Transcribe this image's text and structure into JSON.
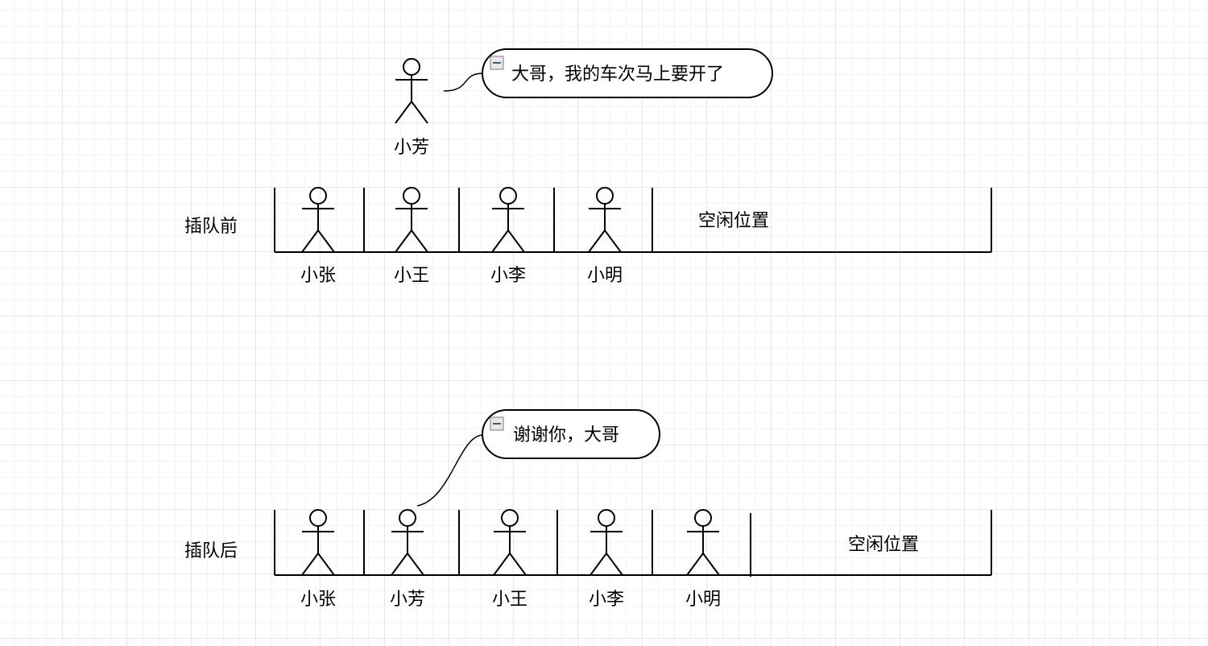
{
  "top": {
    "person": "小芳",
    "speech": "大哥，我的车次马上要开了"
  },
  "before": {
    "row_label": "插队前",
    "people": [
      "小张",
      "小王",
      "小李",
      "小明"
    ],
    "free_label": "空闲位置"
  },
  "after": {
    "row_label": "插队后",
    "people": [
      "小张",
      "小芳",
      "小王",
      "小李",
      "小明"
    ],
    "free_label": "空闲位置",
    "speech": "谢谢你，大哥"
  },
  "colors": {
    "stroke": "#000000",
    "bubble_fill": "#ffffff",
    "grid": "#e6e6e6"
  },
  "icons": {
    "note": "note-icon"
  }
}
